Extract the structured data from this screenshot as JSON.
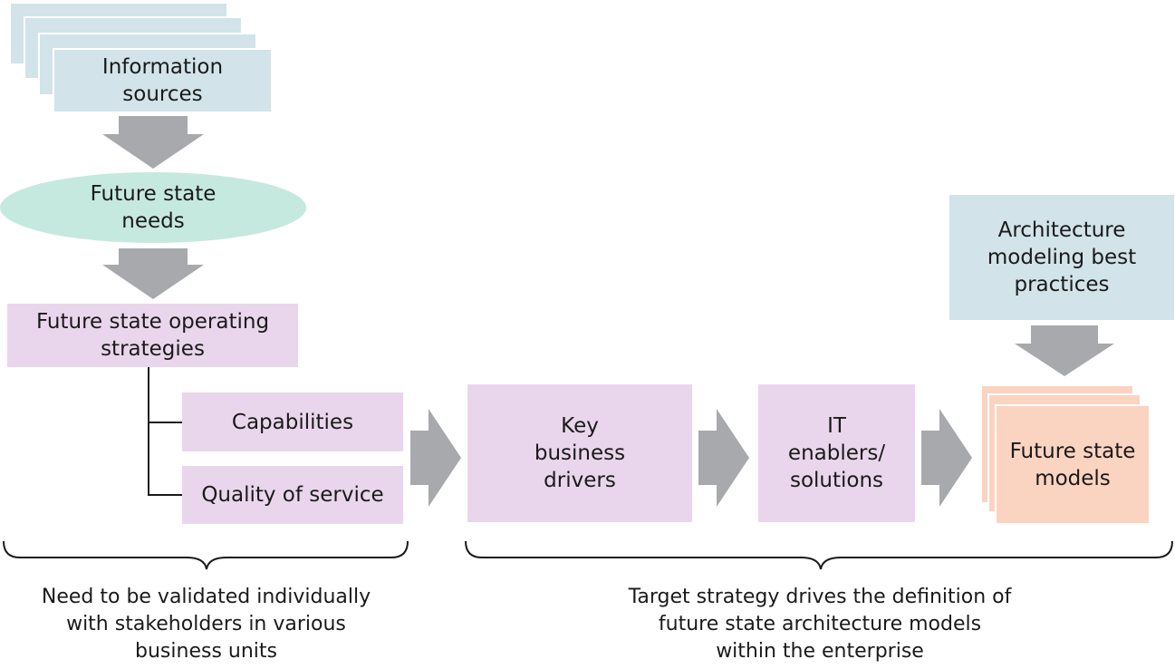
{
  "nodes": {
    "information_sources": "Information\nsources",
    "future_state_needs": "Future state\nneeds",
    "operating_strategies": "Future state operating\nstrategies",
    "capabilities": "Capabilities",
    "quality_of_service": "Quality of service",
    "key_business_drivers": "Key\nbusiness\ndrivers",
    "it_enablers": "IT\nenablers/\nsolutions",
    "best_practices": "Architecture\nmodeling best\npractices",
    "future_state_models": "Future state\nmodels"
  },
  "captions": {
    "left": "Need to be validated individually\nwith stakeholders in various\nbusiness units",
    "right": "Target strategy drives the definition of\nfuture state architecture models\nwithin the enterprise"
  },
  "colors": {
    "blue_box": "#d2e3ea",
    "purple_box": "#ead6ec",
    "peach_box": "#fbd3c1",
    "teal_ellipse": "#c5e9de",
    "arrow_gray": "#a7a9ac"
  }
}
